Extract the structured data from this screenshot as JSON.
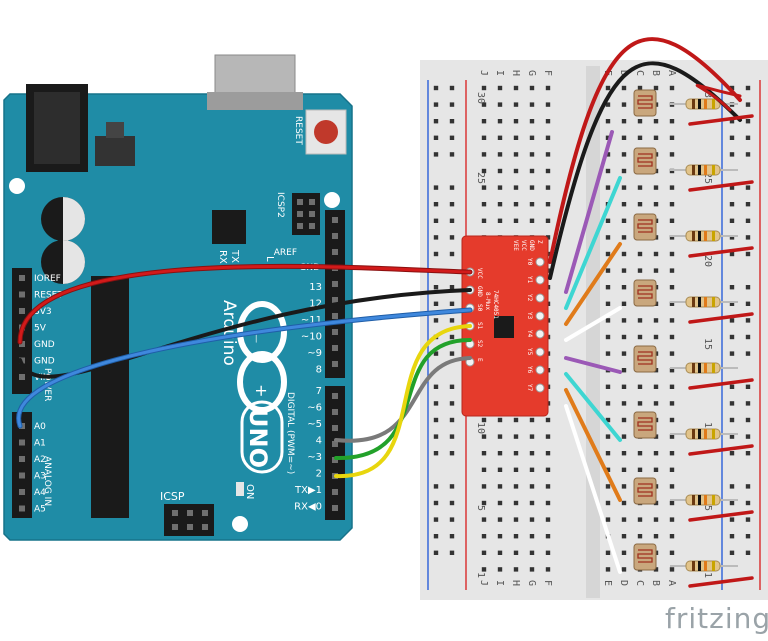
{
  "brand": "fritzing",
  "arduino": {
    "reset_label": "RESET",
    "icsp2_label": "ICSP2",
    "tx_label": "TX",
    "rx_label": "RX",
    "l_label": "L",
    "aref_label": "AREF",
    "gnd_label": "GND",
    "logo_text": "Arduino",
    "model_text": "UNO",
    "digital_label": "DIGITAL (PWM=~)",
    "icsp_label": "ICSP",
    "on_label": "ON",
    "power_label": "POWER",
    "analog_label": "ANALOG IN",
    "power_pins": [
      "IOREF",
      "RESET",
      "3V3",
      "5V",
      "GND",
      "GND",
      "VIN"
    ],
    "analog_pins": [
      "A0",
      "A1",
      "A2",
      "A3",
      "A4",
      "A5"
    ],
    "digital_top": [
      "13",
      "12",
      "~11",
      "~10",
      "~9",
      "8"
    ],
    "digital_bottom": [
      "7",
      "~6",
      "~5",
      "4",
      "~3",
      "2",
      "TX▶1",
      "RX◀0"
    ]
  },
  "breadboard": {
    "col_letters_left": [
      "J",
      "I",
      "H",
      "G",
      "F"
    ],
    "col_letters_right": [
      "E",
      "D",
      "C",
      "B",
      "A"
    ],
    "row_numbers": [
      "30",
      "25",
      "20",
      "15",
      "10",
      "5",
      "1"
    ]
  },
  "mux": {
    "part": "74HC4051",
    "sub": "8-Mux",
    "left_pins": [
      "VCC",
      "GND",
      "S0",
      "S1",
      "S2",
      "E"
    ],
    "right_pins": [
      "Y0",
      "Y1",
      "Y2",
      "Y3",
      "Y4",
      "Y5",
      "Y6",
      "Y7"
    ],
    "top_pins": [
      "VEE",
      "VCC",
      "GND",
      "Z"
    ]
  }
}
